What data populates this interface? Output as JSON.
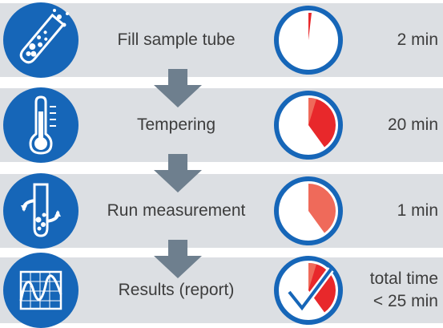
{
  "steps": [
    {
      "label": "Fill sample tube",
      "time": "2 min",
      "icon": "test-tube-icon",
      "clock_fraction": 0.03
    },
    {
      "label": "Tempering",
      "time": "20 min",
      "icon": "thermometer-icon",
      "clock_fraction": 0.4
    },
    {
      "label": "Run measurement",
      "time": "1 min",
      "icon": "rotating-tube-icon",
      "clock_fraction": 0.4
    },
    {
      "label": "Results (report)",
      "time_line1": "total time",
      "time_line2": "< 25 min",
      "icon": "graph-report-icon"
    }
  ],
  "colors": {
    "accent_blue": "#1666b8",
    "row_background": "#dcdfe3",
    "arrow_grey": "#6e7f8e",
    "clock_red": "#e8282b",
    "clock_salmon": "#ef6a5a"
  }
}
